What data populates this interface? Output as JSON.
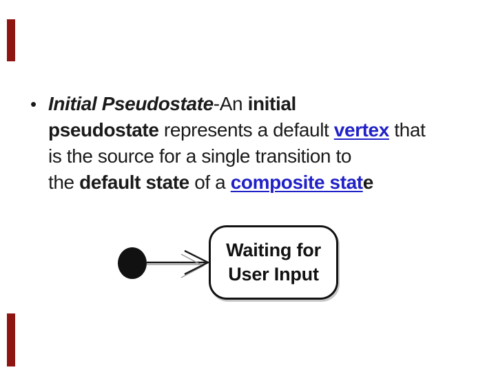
{
  "slide": {
    "background": "#ffffff"
  },
  "colors": {
    "accent_red": "#8E1612",
    "link_blue": "#2121C8",
    "text_ink": "#1a1a1a",
    "diagram_ink": "#111111"
  },
  "bullet_char": "•",
  "paragraph": {
    "line1": {
      "term_bold_italic": "Initial Pseudostate",
      "plain": "-An ",
      "bold": "initial"
    },
    "line2": {
      "bold": "pseudostate",
      "plain1": " represents a default ",
      "link": "vertex",
      "plain2": " that"
    },
    "line3": {
      "plain": "is the source for a single transition to"
    },
    "line4": {
      "plain1": "the ",
      "bold": "default state",
      "plain2": " of a ",
      "link": "composite stat",
      "bold_tail": "e"
    }
  },
  "diagram": {
    "state_name": [
      "Waiting for",
      "User Input"
    ]
  }
}
